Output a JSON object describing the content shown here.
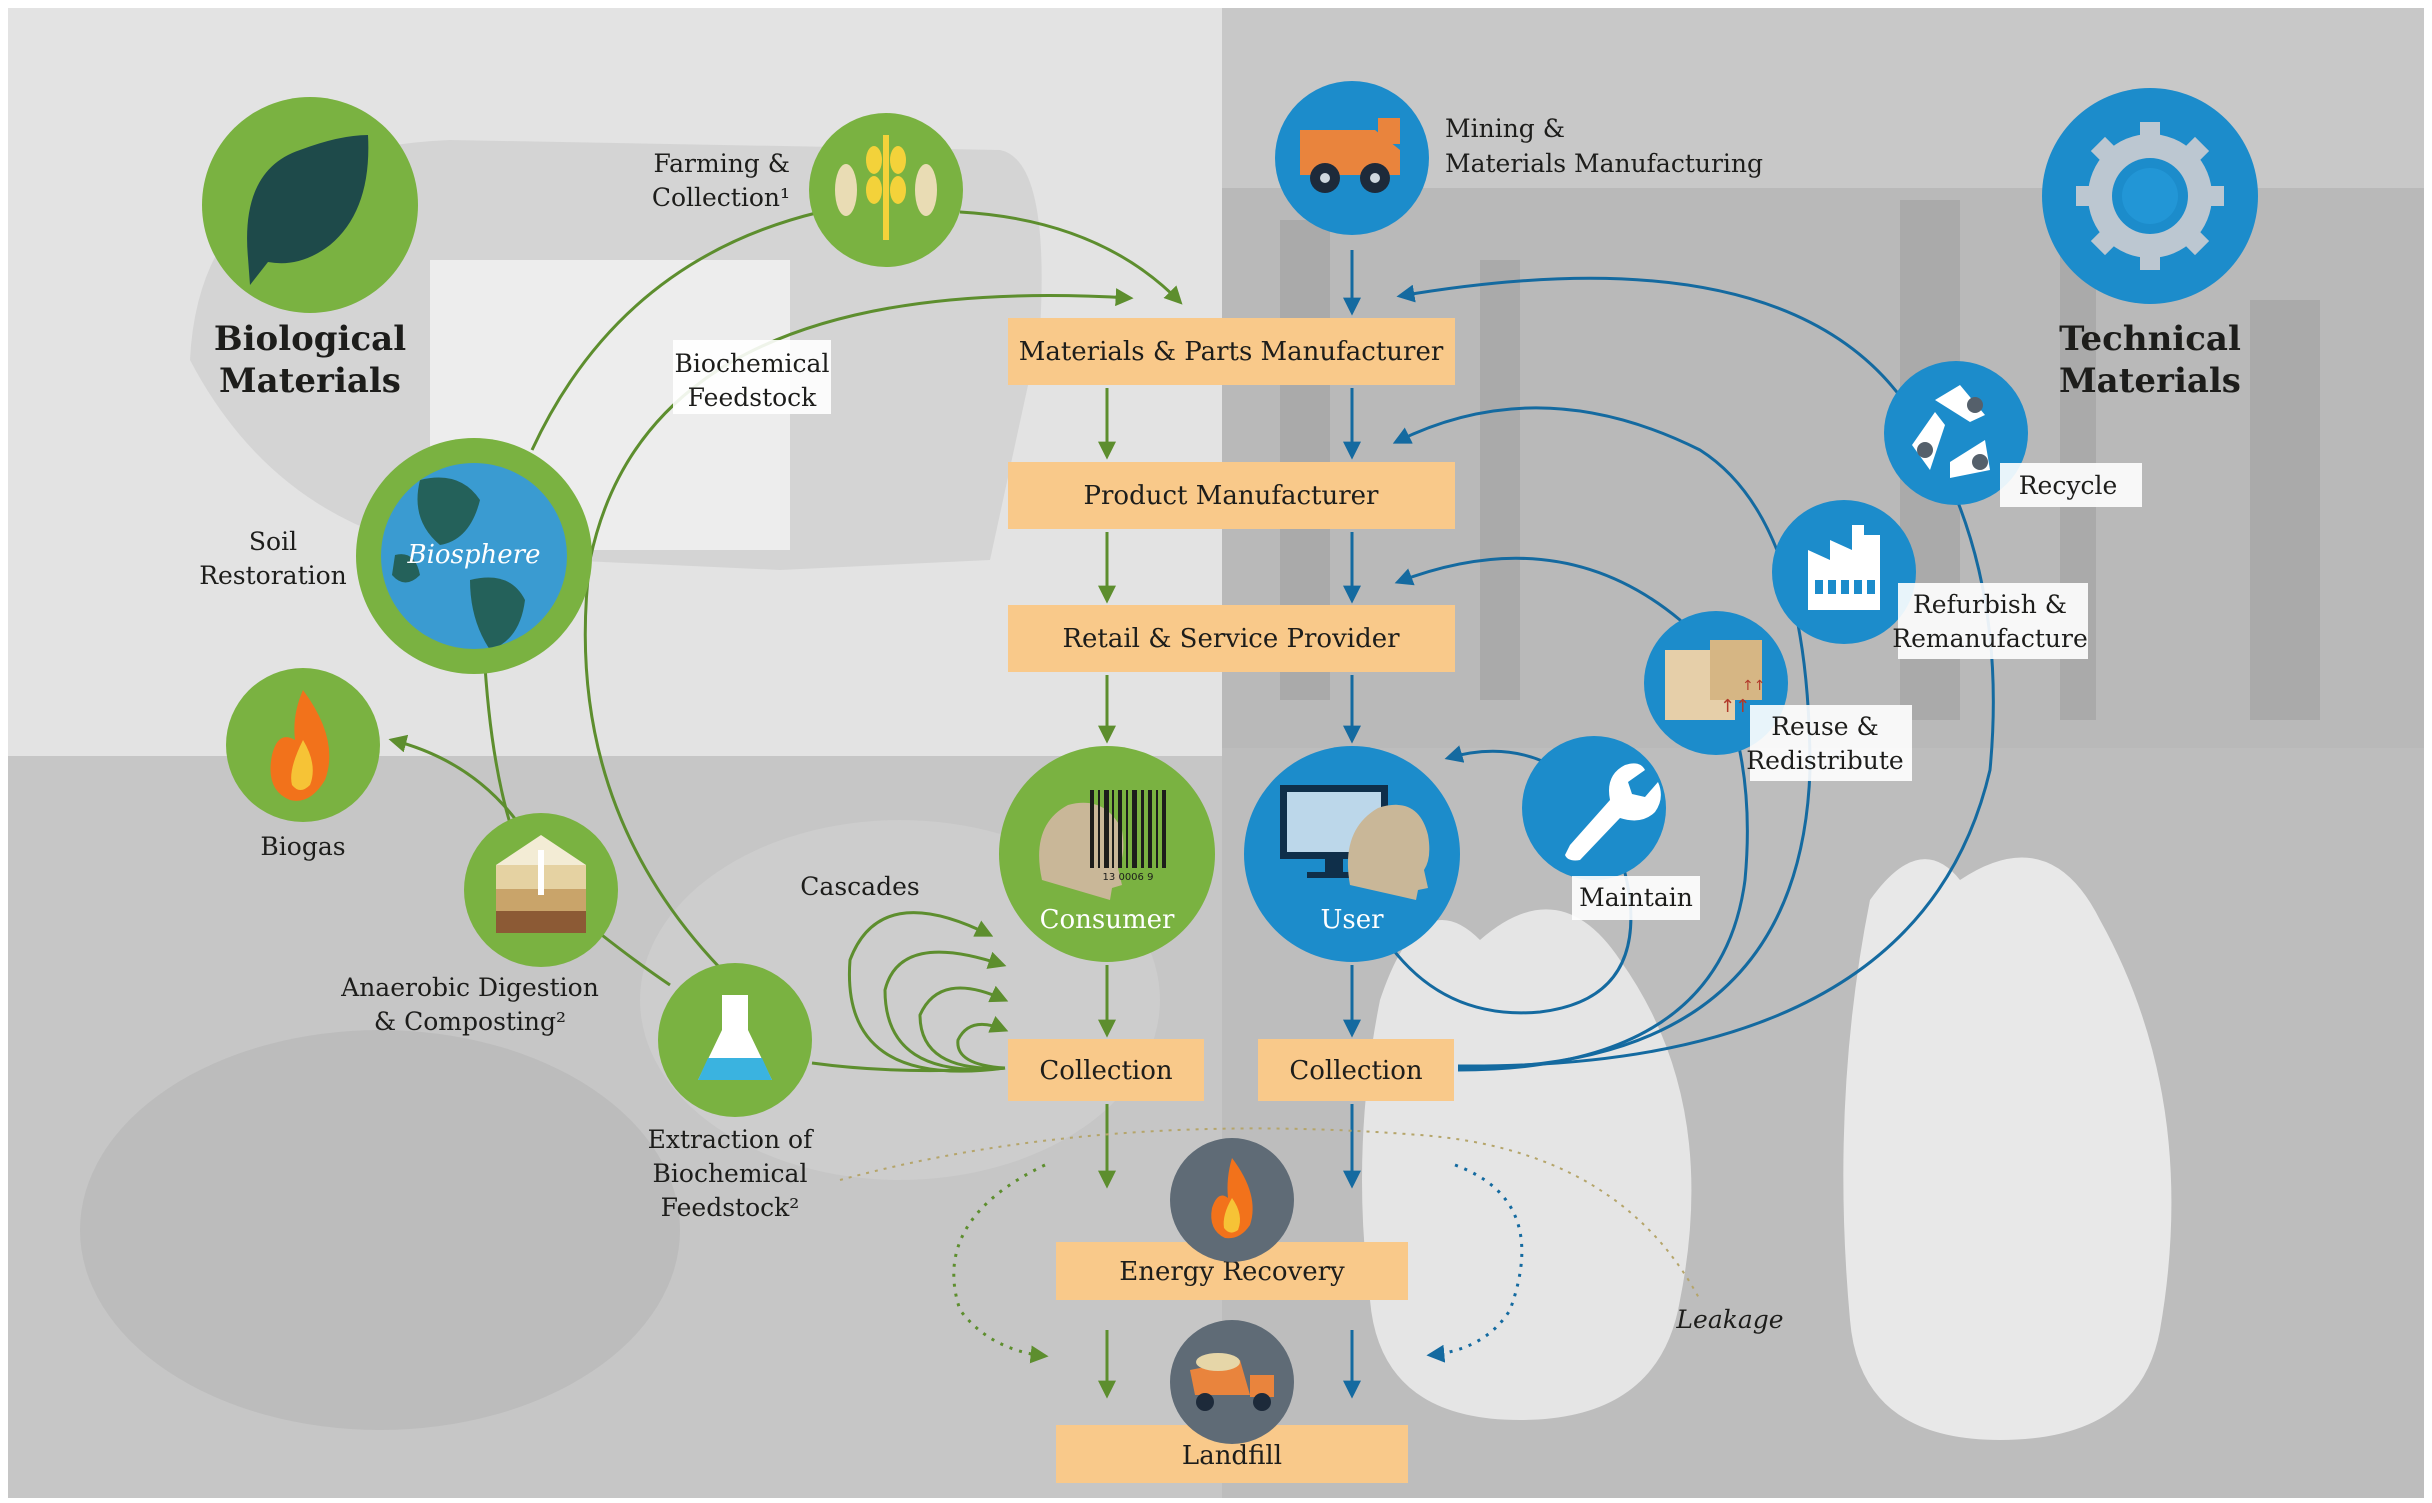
{
  "colors": {
    "bio_green": "#7ab241",
    "bio_green_dark": "#5d8e2e",
    "tech_blue": "#1c8ccb",
    "tech_blue_dark": "#146aa0",
    "box_orange": "#f9c98a",
    "disposal_gray": "#5f6b76"
  },
  "biological": {
    "title_line1": "Biological",
    "title_line2": "Materials",
    "farming_line1": "Farming &",
    "farming_line2": "Collection¹",
    "biochemical_line1": "Biochemical",
    "biochemical_line2": "Feedstock",
    "soil_line1": "Soil",
    "soil_line2": "Restoration",
    "biosphere": "Biosphere",
    "biogas": "Biogas",
    "anaerobic_line1": "Anaerobic Digestion",
    "anaerobic_line2": "& Composting²",
    "extraction_line1": "Extraction of",
    "extraction_line2": "Biochemical",
    "extraction_line3": "Feedstock²",
    "cascades": "Cascades",
    "consumer": "Consumer",
    "barcode_digits": "13 0006 9"
  },
  "central": {
    "materials_parts": "Materials & Parts Manufacturer",
    "product_manufacturer": "Product Manufacturer",
    "retail": "Retail & Service Provider",
    "collection_bio": "Collection",
    "collection_tech": "Collection",
    "energy_recovery": "Energy Recovery",
    "landfill": "Landfill",
    "leakage": "Leakage"
  },
  "technical": {
    "title_line1": "Technical",
    "title_line2": "Materials",
    "mining_line1": "Mining &",
    "mining_line2": "Materials Manufacturing",
    "recycle": "Recycle",
    "refurbish_line1": "Refurbish &",
    "refurbish_line2": "Remanufacture",
    "reuse_line1": "Reuse &",
    "reuse_line2": "Redistribute",
    "maintain": "Maintain",
    "user": "User"
  },
  "icons": [
    "leaf-icon",
    "wheat-fish-icon",
    "globe-icon",
    "flame-icon",
    "soil-layers-icon",
    "flask-icon",
    "consumer-barcode-icon",
    "mining-truck-icon",
    "gear-icon",
    "recycle-icon",
    "factory-icon",
    "boxes-icon",
    "wrench-icon",
    "user-computer-icon",
    "fire-icon",
    "dump-truck-icon"
  ]
}
